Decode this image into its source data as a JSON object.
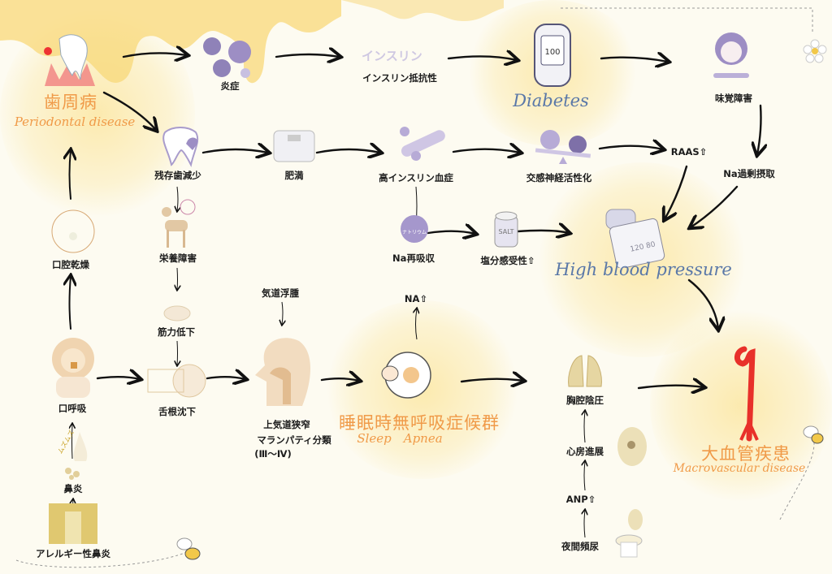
{
  "colors": {
    "accent_orange": "#f09a48",
    "accent_blue": "#5a78a8",
    "purple": "#9d8ec4",
    "red": "#e8302a",
    "honey": "#f8d878"
  },
  "nodes": {
    "periodontal_jp": "歯周病",
    "periodontal_en": "Periodontal disease",
    "inflammation": "炎症",
    "insulin_resistance": "インスリン抵抗性",
    "insulin_icon_text": "インスリン",
    "diabetes": "Diabetes",
    "meter_reading": "100",
    "taste_disorder": "味覚障害",
    "tooth_loss": "残存歯減少",
    "obesity": "肥満",
    "hyperinsulinemia": "高インスリン血症",
    "sympathetic": "交感神経活性化",
    "raas": "RAAS⇧",
    "na_intake": "Na過剰摂取",
    "dry_mouth": "口腔乾燥",
    "malnutrition": "栄養障害",
    "na_reabsorption": "Na再吸収",
    "sodium_icon_text": "ナトリウム",
    "salt_sensitivity": "塩分感受性⇧",
    "salt_jar_text": "SALT",
    "hbp": "High blood pressure",
    "bp_reading": "120 80",
    "airway_edema": "気道浮腫",
    "na_up": "NA⇧",
    "muscle_weakness": "筋力低下",
    "mouth_breathing": "口呼吸",
    "glossoptosis": "舌根沈下",
    "upper_airway": "上気道狭窄",
    "mallampati": "マランパティ分類",
    "mallampati_class": "(Ⅲ～Ⅳ)",
    "osa_jp": "睡眠時無呼吸症候群",
    "osa_en": "Sleep　Apnea",
    "intrathoracic": "胸腔陰圧",
    "atrial_stretch": "心房進展",
    "anp": "ANP⇧",
    "nocturia": "夜間頻尿",
    "macro_jp": "大血管疾患",
    "macro_en": "Macrovascular disease",
    "rhinitis": "鼻炎",
    "itchy_text": "ムズムズ",
    "allergic_rhinitis": "アレルギー性鼻炎"
  }
}
